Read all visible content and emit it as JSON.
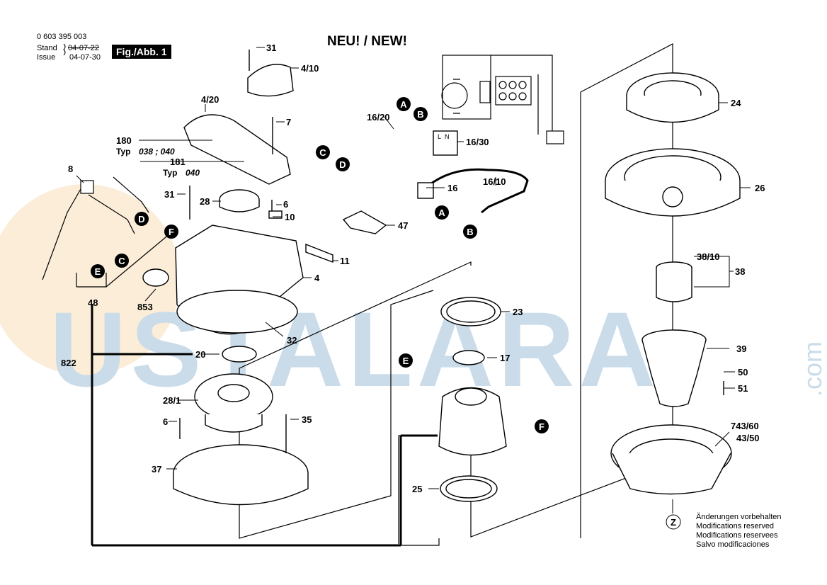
{
  "header": {
    "part_number": "0 603 395 003",
    "stand_label": "Stand",
    "stand_value": "04-07-22",
    "issue_label": "Issue",
    "issue_value": "04-07-30",
    "figure_label": "Fig./Abb. 1",
    "title": "NEU! / NEW!"
  },
  "watermark": {
    "text": "USTALARA",
    "suffix": ".com",
    "color": "#9fbfd8",
    "orb_color": "#f3c98a"
  },
  "labels": {
    "p31a": "31",
    "p4_10": "4/10",
    "p4_20": "4/20",
    "p7": "7",
    "p180": "180",
    "typ1": "Typ",
    "typ1_val": "038 ; 040",
    "p181": "181",
    "typ2": "Typ",
    "typ2_val": "040",
    "p8": "8",
    "p31b": "31",
    "p28": "28",
    "p6a": "6",
    "p10": "10",
    "p16_20": "16/20",
    "p16_30": "16/30",
    "p16": "16",
    "p16_10": "16/10",
    "p47": "47",
    "p11": "11",
    "p4": "4",
    "p48": "48",
    "p853": "853",
    "p32": "32",
    "p822": "822",
    "p20": "20",
    "p28_1": "28/1",
    "p6b": "6",
    "p35": "35",
    "p37": "37",
    "p23": "23",
    "p17": "17",
    "p25": "25",
    "p24": "24",
    "p26": "26",
    "p38_10": "38/10",
    "p38": "38",
    "p39": "39",
    "p50": "50",
    "p51": "51",
    "p743_60": "743/60",
    "p43_50": "43/50"
  },
  "markers": {
    "A": "A",
    "B": "B",
    "C": "C",
    "D": "D",
    "E": "E",
    "F": "F",
    "Z": "Z",
    "switch_l": "L",
    "switch_n": "N"
  },
  "footer": {
    "line1": "Änderungen vorbehalten",
    "line2": "Modifications reserved",
    "line3": "Modifications reservees",
    "line4": "Salvo modificaciones"
  }
}
